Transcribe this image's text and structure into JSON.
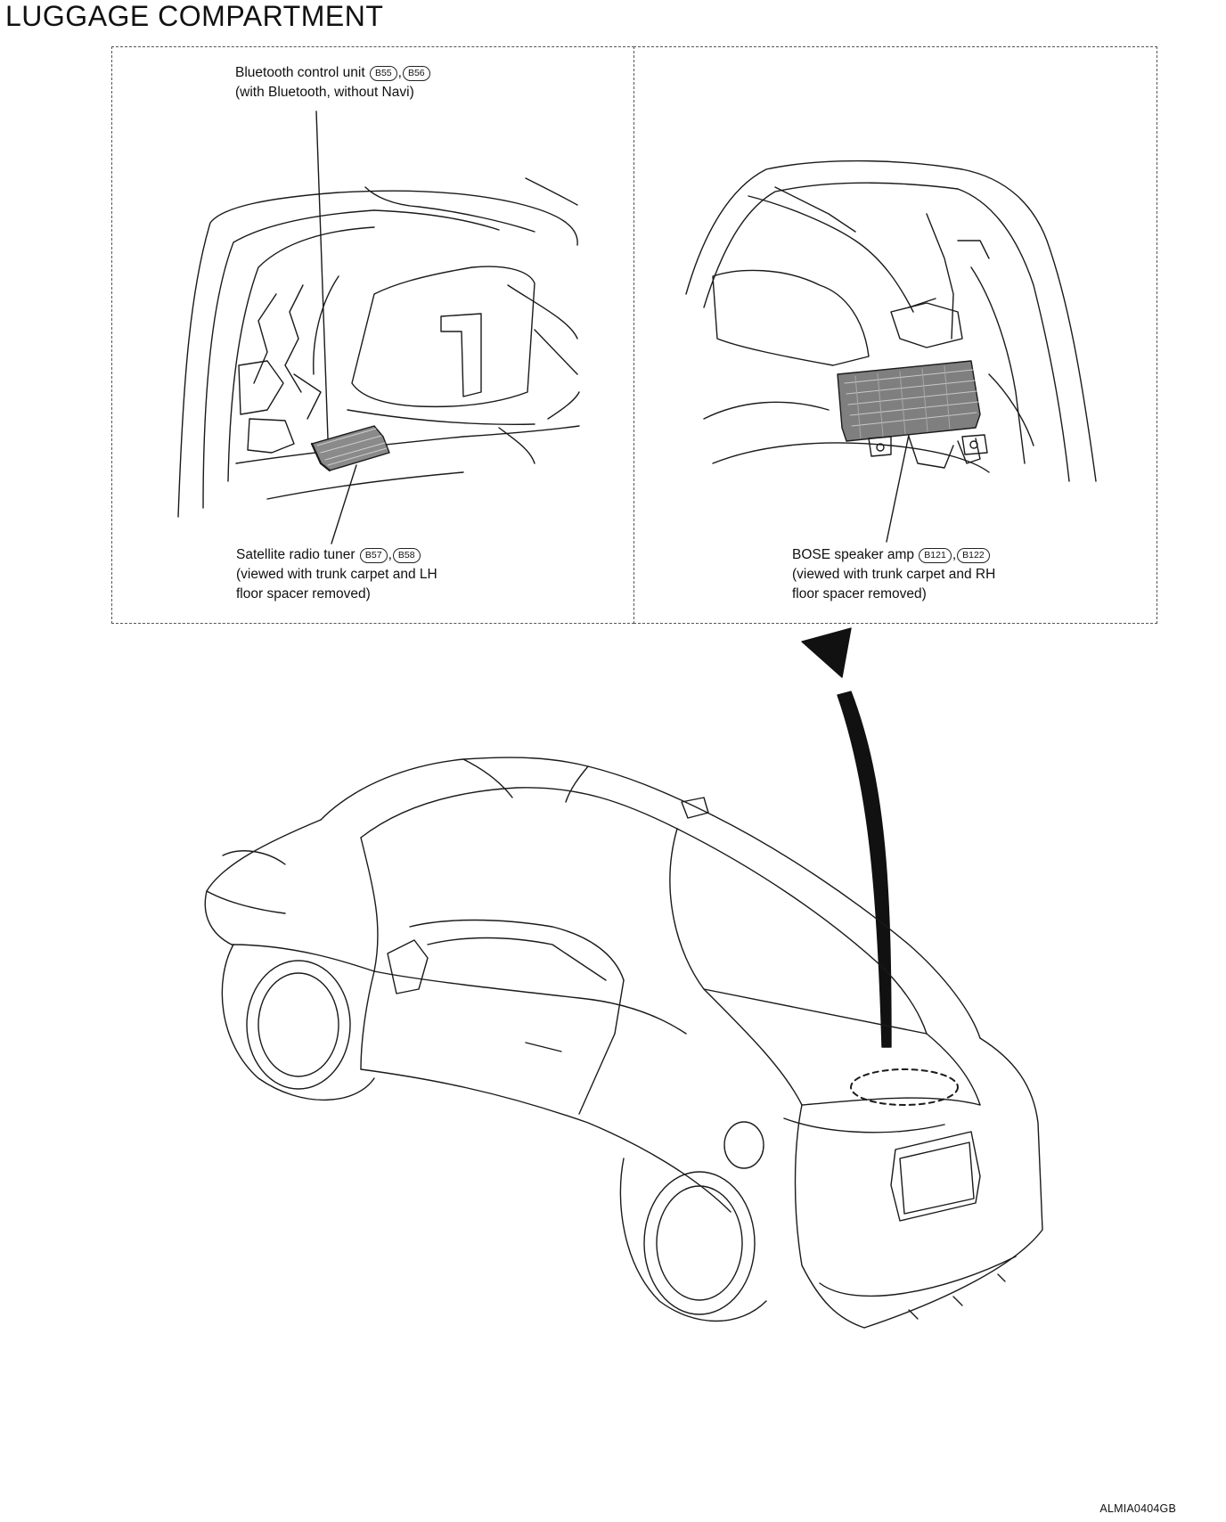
{
  "title": "LUGGAGE COMPARTMENT",
  "callouts": {
    "bluetooth": {
      "label": "Bluetooth control unit",
      "codes": [
        "B55",
        "B56"
      ],
      "separator": ",",
      "note": "(with Bluetooth, without Navi)"
    },
    "satellite": {
      "label": "Satellite radio tuner",
      "codes": [
        "B57",
        "B58"
      ],
      "separator": ",",
      "note1": "(viewed with trunk carpet and LH",
      "note2": "floor spacer removed)"
    },
    "bose": {
      "label": "BOSE speaker amp",
      "codes": [
        "B121",
        "B122"
      ],
      "separator": ",",
      "note1": "(viewed with trunk carpet and RH",
      "note2": "floor spacer removed)"
    }
  },
  "figure_code": "ALMIA0404GB"
}
